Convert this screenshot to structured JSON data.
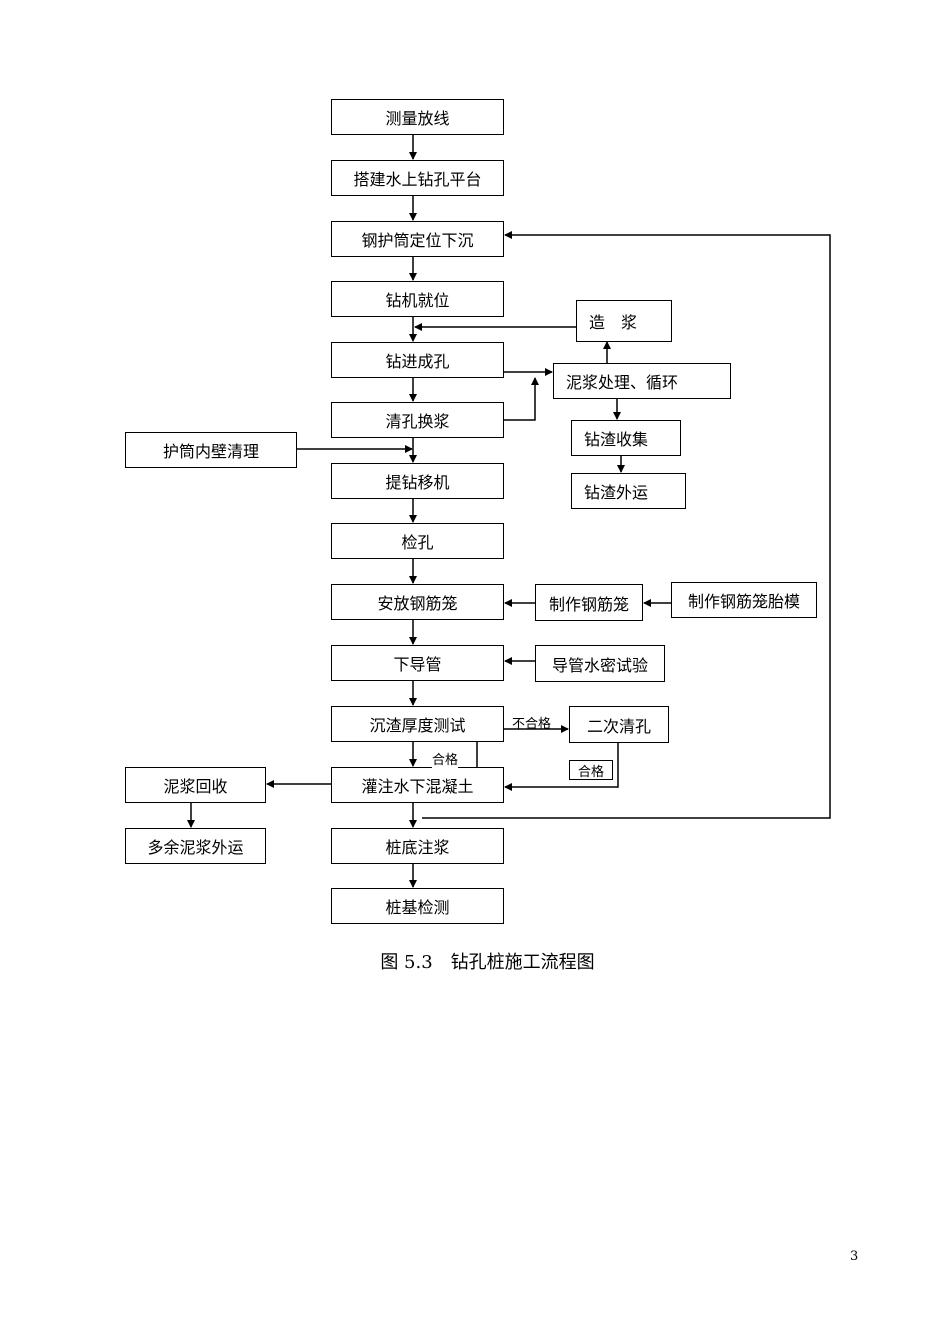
{
  "main_steps": [
    "测量放线",
    "搭建水上钻孔平台",
    "钢护筒定位下沉",
    "钻机就位",
    "钻进成孔",
    "清孔换浆",
    "提钻移机",
    "检孔",
    "安放钢筋笼",
    "下导管",
    "沉渣厚度测试",
    "灌注水下混凝土",
    "桩底注浆",
    "桩基检测"
  ],
  "side": {
    "zaojiang": "造　浆",
    "mud_process": "泥浆处理、循环",
    "slag_collect": "钻渣收集",
    "slag_out": "钻渣外运",
    "casing_clean": "护筒内壁清理",
    "make_cage": "制作钢筋笼",
    "cage_mold": "制作钢筋笼胎模",
    "pipe_test": "导管水密试验",
    "second_clean": "二次清孔",
    "mud_recover": "泥浆回收",
    "mud_out": "多余泥浆外运"
  },
  "labels": {
    "fail": "不合格",
    "pass1": "合格",
    "pass2": "合格"
  },
  "caption": "图 5.3　钻孔桩施工流程图",
  "page_number": "3"
}
